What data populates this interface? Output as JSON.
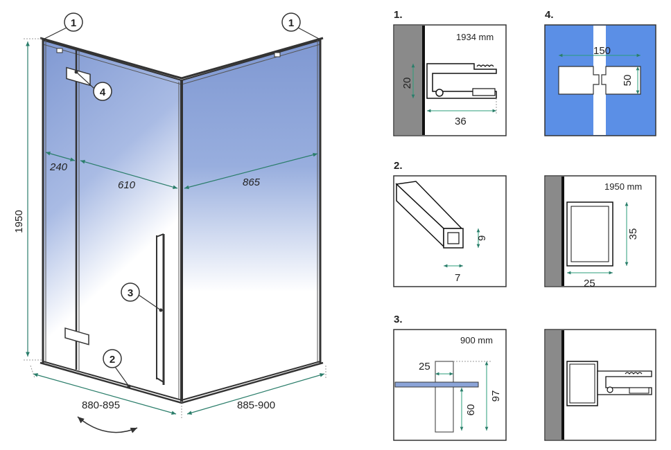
{
  "main": {
    "height": "1950",
    "width_left": "240",
    "width_door": "610",
    "width_right": "865",
    "base_front": "880-895",
    "base_side": "885-900",
    "callouts": [
      "1",
      "1",
      "4",
      "3",
      "2"
    ]
  },
  "panels": {
    "p1": {
      "title": "1.",
      "mm": "1934 mm",
      "dim_v": "20",
      "dim_h": "36"
    },
    "p2": {
      "title": "2.",
      "dim_v": "9",
      "dim_h": "7"
    },
    "p3": {
      "title": "3.",
      "mm": "900 mm",
      "dim_top": "25",
      "dim_mid": "60",
      "dim_right": "97"
    },
    "p4": {
      "title": "4.",
      "dim_h": "150",
      "dim_v": "50"
    },
    "p5": {
      "mm": "1950 mm",
      "dim_v": "35",
      "dim_h": "25"
    },
    "p6": {}
  },
  "colors": {
    "glass_top": "#8fa6d8",
    "glass_bottom": "#ffffff",
    "wall": "#8a8a8a",
    "blue_panel": "#5b8fe6",
    "dim_line": "#2a9d7a"
  }
}
